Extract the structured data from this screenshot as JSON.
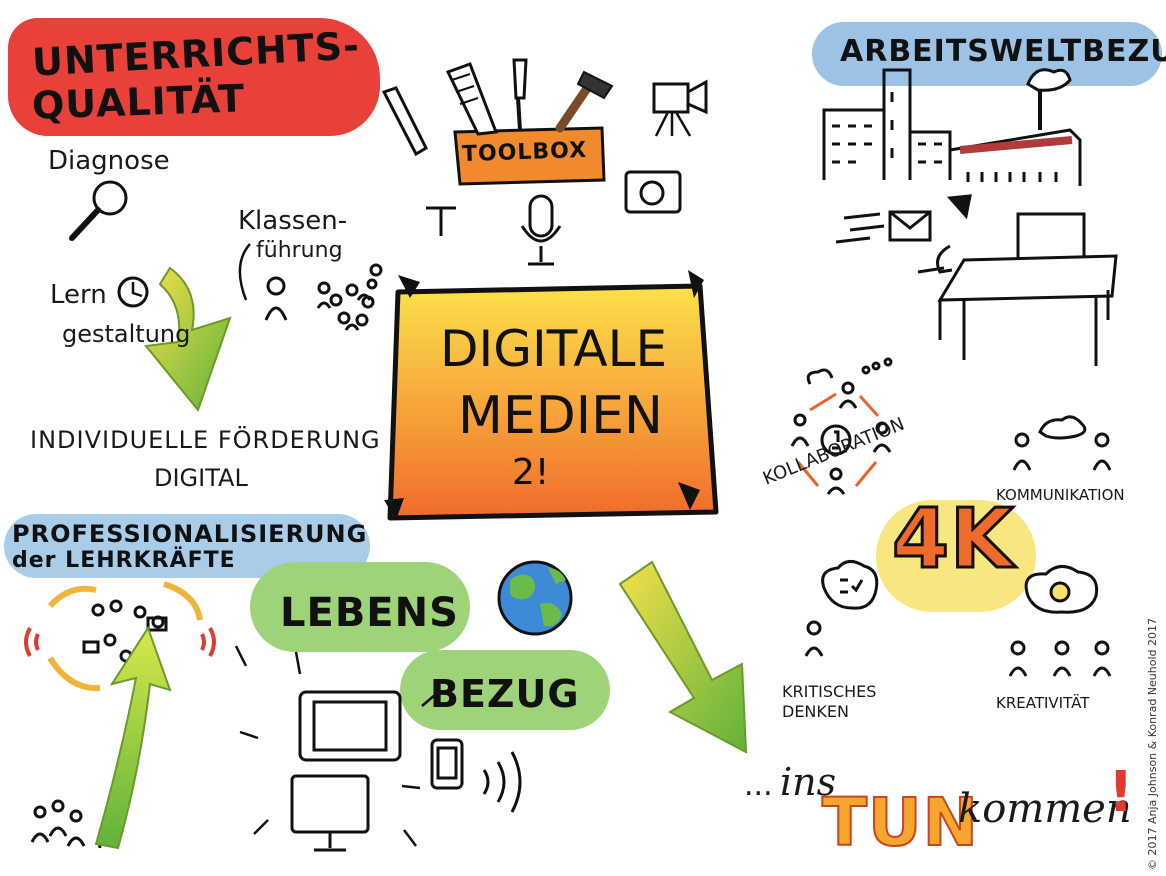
{
  "top_left": {
    "heading_line1": "UNTERRICHTS-",
    "heading_line2": "QUALITÄT",
    "diagnose": "Diagnose",
    "klassenfuehrung_line1": "Klassen-",
    "klassenfuehrung_line2": "führung",
    "lern_line1": "Lern",
    "lern_line2": "gestaltung",
    "foerderung": "INDIVIDUELLE FÖRDERUNG",
    "digital": "DIGITAL"
  },
  "toolbox": {
    "label": "TOOLBOX"
  },
  "center": {
    "line1": "DIGITALE",
    "line2": "MEDIEN",
    "mark": "2!"
  },
  "top_right": {
    "heading": "ARBEITSWELTBEZUG"
  },
  "four_k": {
    "label": "4K",
    "kollaboration": "KOLLABORATION",
    "kommunikation": "KOMMUNIKATION",
    "kritisches_line1": "KRITISCHES",
    "kritisches_line2": "DENKEN",
    "kreativitaet": "KREATIVITÄT"
  },
  "bottom_left": {
    "heading_line1": "PROFESSIONALISIERUNG",
    "heading_line2": "der LEHRKRÄFTE"
  },
  "bottom_center": {
    "lebens": "LEBENS",
    "bezug": "BEZUG"
  },
  "bottom_right": {
    "dots": "...",
    "ins": "ins",
    "tun": "TUN",
    "kommen": "kommen",
    "exclaim": "!"
  },
  "credit": "© 2017 Anja Johnson & Konrad Neuhold 2017",
  "colors": {
    "red_banner": "#e8413a",
    "blue_banner": "#9cc3e6",
    "green_banner": "#7ec451",
    "yellow_glow": "#f7e36a",
    "orange_box": "#f08a2c",
    "center_top": "#fbe14a",
    "center_bottom": "#f06b2a"
  }
}
